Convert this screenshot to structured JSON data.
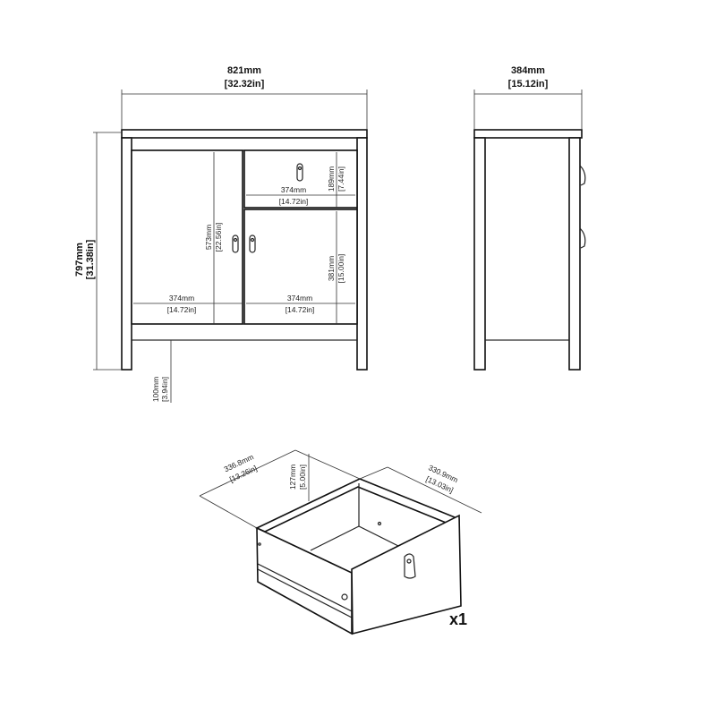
{
  "front_view": {
    "width": {
      "mm": "821mm",
      "in": "32.32in"
    },
    "height": {
      "mm": "797mm",
      "in": "31.38in"
    },
    "leg_height": {
      "mm": "100mm",
      "in": "3.94in"
    },
    "door_height": {
      "mm": "573mm",
      "in": "22.56in"
    },
    "drawer_height": {
      "mm": "189mm",
      "in": "7.44in"
    },
    "drawer_width": {
      "mm": "374mm",
      "in": "14.72in"
    },
    "right_door_height": {
      "mm": "381mm",
      "in": "15.00in"
    },
    "left_door_width": {
      "mm": "374mm",
      "in": "14.72in"
    },
    "right_door_width": {
      "mm": "374mm",
      "in": "14.72in"
    }
  },
  "side_view": {
    "depth": {
      "mm": "384mm",
      "in": "15.12in"
    }
  },
  "drawer_view": {
    "depth": {
      "mm": "336.8mm",
      "in": "13.26in"
    },
    "height": {
      "mm": "127mm",
      "in": "5.00in"
    },
    "width": {
      "mm": "330.9mm",
      "in": "13.03in"
    },
    "quantity": "x1"
  }
}
